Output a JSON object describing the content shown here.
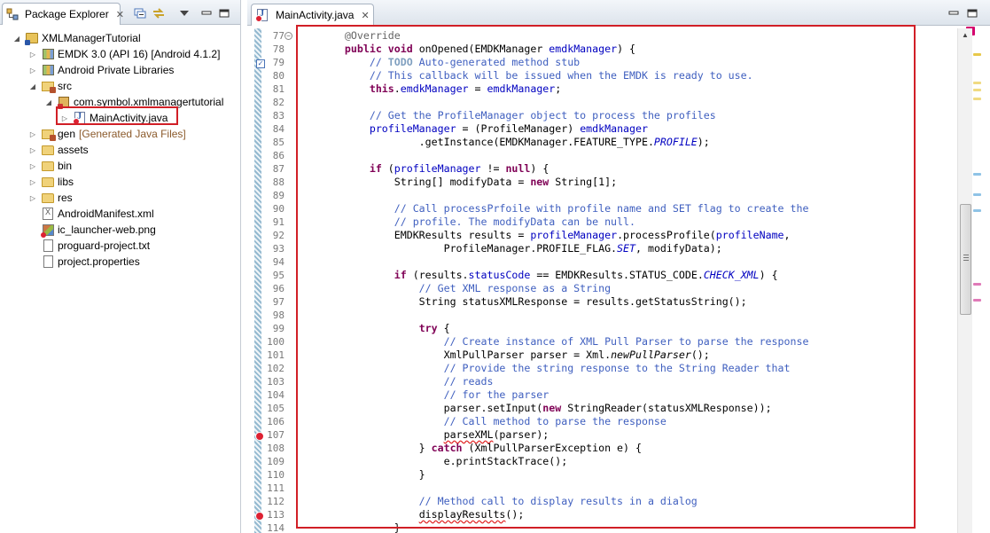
{
  "package_explorer": {
    "tab_label": "Package Explorer",
    "close_glyph": "✕",
    "toolbar": [
      "collapse-all-icon",
      "link-with-editor-icon",
      "view-menu-icon",
      "minimize-icon",
      "maximize-icon"
    ],
    "tree": [
      {
        "label": "XMLManagerTutorial",
        "icon": "android-project-icon",
        "expanded": true
      },
      {
        "label": "EMDK 3.0 (API 16) [Android 4.1.2]",
        "icon": "library-icon",
        "expanded": false
      },
      {
        "label": "Android Private Libraries",
        "icon": "library-icon",
        "expanded": false
      },
      {
        "label": "src",
        "icon": "source-folder-icon",
        "expanded": true
      },
      {
        "label": "com.symbol.xmlmanagertutorial",
        "icon": "package-icon",
        "expanded": true
      },
      {
        "label": "MainActivity.java",
        "icon": "java-file-icon",
        "expanded": false,
        "selected": true
      },
      {
        "label": "gen",
        "decoration": "[Generated Java Files]",
        "icon": "source-folder-icon",
        "expanded": false
      },
      {
        "label": "assets",
        "icon": "folder-icon",
        "expanded": false
      },
      {
        "label": "bin",
        "icon": "folder-icon",
        "expanded": false
      },
      {
        "label": "libs",
        "icon": "folder-icon",
        "expanded": false
      },
      {
        "label": "res",
        "icon": "folder-icon",
        "expanded": false
      },
      {
        "label": "AndroidManifest.xml",
        "icon": "xml-file-icon"
      },
      {
        "label": "ic_launcher-web.png",
        "icon": "image-file-icon"
      },
      {
        "label": "proguard-project.txt",
        "icon": "text-file-icon"
      },
      {
        "label": "project.properties",
        "icon": "text-file-icon"
      }
    ]
  },
  "editor": {
    "tab_label": "MainActivity.java",
    "close_glyph": "✕",
    "line_numbers": [
      "77",
      "78",
      "79",
      "80",
      "81",
      "82",
      "83",
      "84",
      "85",
      "86",
      "87",
      "88",
      "89",
      "90",
      "91",
      "92",
      "93",
      "94",
      "95",
      "96",
      "97",
      "98",
      "99",
      "100",
      "101",
      "102",
      "103",
      "104",
      "105",
      "106",
      "107",
      "108",
      "109",
      "110",
      "111",
      "112",
      "113",
      "114"
    ],
    "code": [
      "    @Override",
      "    public void onOpened(EMDKManager emdkManager) {",
      "        // TODO Auto-generated method stub",
      "        // This callback will be issued when the EMDK is ready to use.",
      "        this.emdkManager = emdkManager;",
      "",
      "        // Get the ProfileManager object to process the profiles",
      "        profileManager = (ProfileManager) emdkManager",
      "                .getInstance(EMDKManager.FEATURE_TYPE.PROFILE);",
      "",
      "        if (profileManager != null) {",
      "            String[] modifyData = new String[1];",
      "",
      "            // Call processPrfoile with profile name and SET flag to create the",
      "            // profile. The modifyData can be null.",
      "            EMDKResults results = profileManager.processProfile(profileName,",
      "                    ProfileManager.PROFILE_FLAG.SET, modifyData);",
      "",
      "            if (results.statusCode == EMDKResults.STATUS_CODE.CHECK_XML) {",
      "                // Get XML response as a String",
      "                String statusXMLResponse = results.getStatusString();",
      "",
      "                try {",
      "                    // Create instance of XML Pull Parser to parse the response",
      "                    XmlPullParser parser = Xml.newPullParser();",
      "                    // Provide the string response to the String Reader that",
      "                    // reads",
      "                    // for the parser",
      "                    parser.setInput(new StringReader(statusXMLResponse));",
      "                    // Call method to parse the response",
      "                    parseXML(parser);",
      "                } catch (XmlPullParserException e) {",
      "                    e.printStackTrace();",
      "                }",
      "",
      "                // Method call to display results in a dialog",
      "                displayResults();",
      "            }"
    ]
  },
  "colors": {
    "keyword": "#7f0055",
    "comment": "#3f5fbf",
    "field": "#0000c0",
    "highlight_box": "#d11f26"
  }
}
